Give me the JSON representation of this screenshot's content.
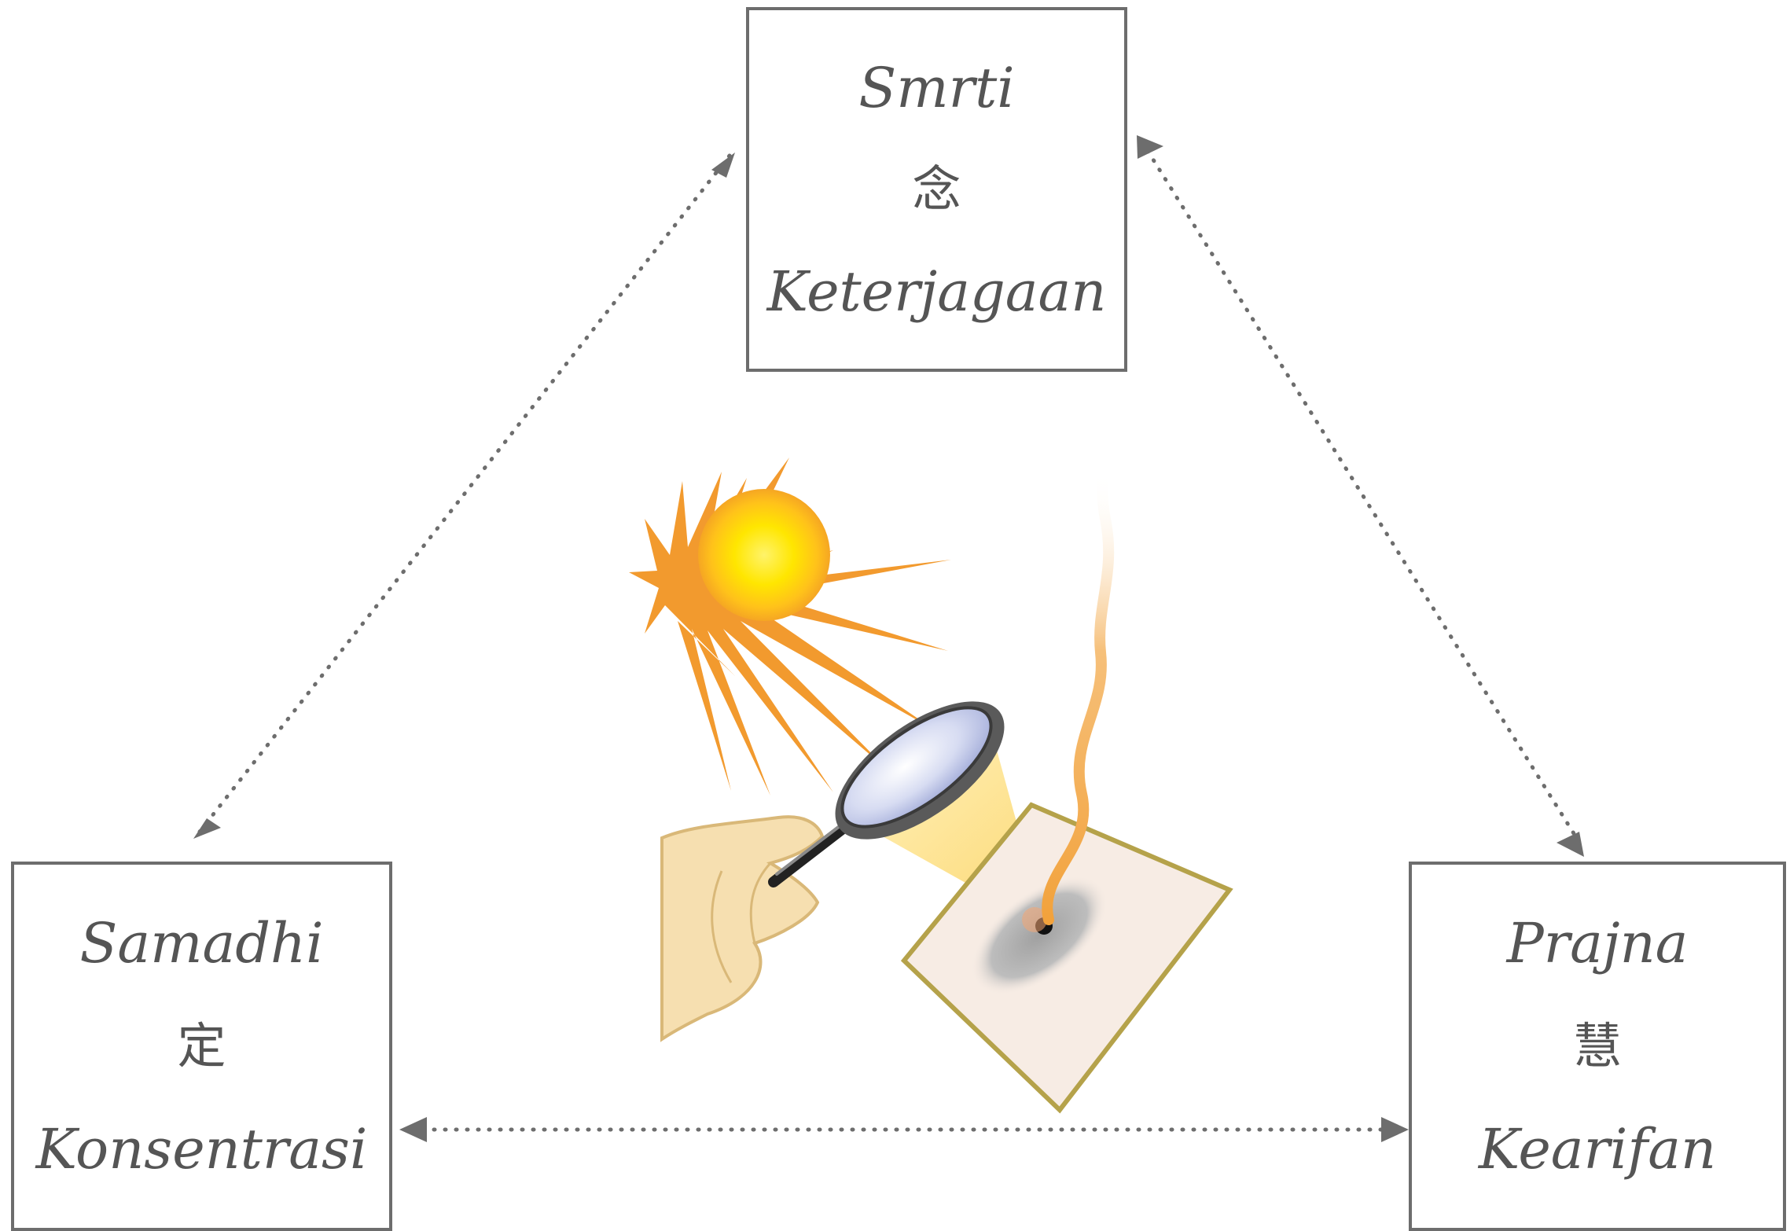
{
  "nodes": {
    "top": {
      "latin_name": "Smrti",
      "cjk": "念",
      "meaning": "Keterjagaan"
    },
    "left": {
      "latin_name": "Samadhi",
      "cjk": "定",
      "meaning": "Konsentrasi"
    },
    "right": {
      "latin_name": "Prajna",
      "cjk": "慧",
      "meaning": "Kearifan"
    }
  },
  "connectors": [
    {
      "from": "top",
      "to": "left",
      "style": "dotted",
      "arrows": "both"
    },
    {
      "from": "top",
      "to": "right",
      "style": "dotted",
      "arrows": "both"
    },
    {
      "from": "left",
      "to": "right",
      "style": "dotted",
      "arrows": "both"
    }
  ],
  "illustration": {
    "subject": "hand holding a magnifying glass focusing sunlight onto a sheet of paper that begins to smoke",
    "icons": [
      "sun-icon",
      "magnifying-glass-icon",
      "hand-icon",
      "paper-icon",
      "smoke-icon"
    ]
  },
  "colors": {
    "line": "#6d6d6d",
    "text": "#555555",
    "sun_core": "#ffe600",
    "sun_rays": "#f29a2e",
    "light_cone": "#fde9a0",
    "paper": "#f7ece4",
    "paper_border": "#b5a24a",
    "hand": "#f6dfb0"
  }
}
